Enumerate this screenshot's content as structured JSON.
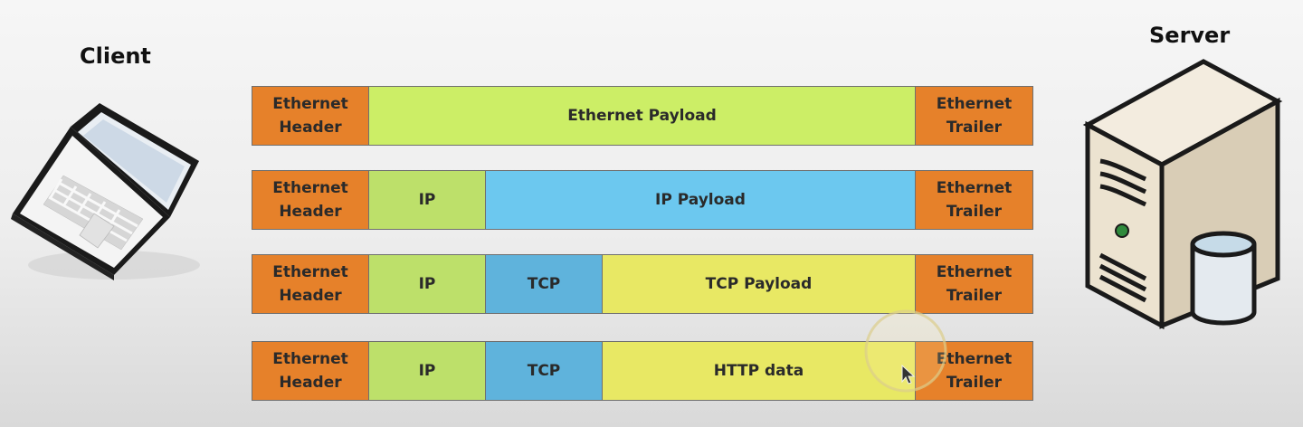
{
  "client": {
    "title": "Client"
  },
  "server": {
    "title": "Server"
  },
  "rows": [
    {
      "cells": [
        "Ethernet\nHeader",
        "Ethernet Payload",
        "Ethernet\nTrailer"
      ]
    },
    {
      "cells": [
        "Ethernet\nHeader",
        "IP",
        "IP Payload",
        "Ethernet\nTrailer"
      ]
    },
    {
      "cells": [
        "Ethernet\nHeader",
        "IP",
        "TCP",
        "TCP Payload",
        "Ethernet\nTrailer"
      ]
    },
    {
      "cells": [
        "Ethernet\nHeader",
        "IP",
        "TCP",
        "HTTP data",
        "Ethernet\nTrailer"
      ]
    }
  ],
  "colors": {
    "ethernet": "#e6812a",
    "ethernet_payload": "#ccee66",
    "ip": "#bde06a",
    "ip_payload": "#6cc8ef",
    "tcp": "#5fb3dc",
    "tcp_payload": "#e8e864"
  },
  "icons": {
    "client": "laptop-icon",
    "server": "server-tower-icon",
    "pointer": "mouse-cursor-icon"
  }
}
